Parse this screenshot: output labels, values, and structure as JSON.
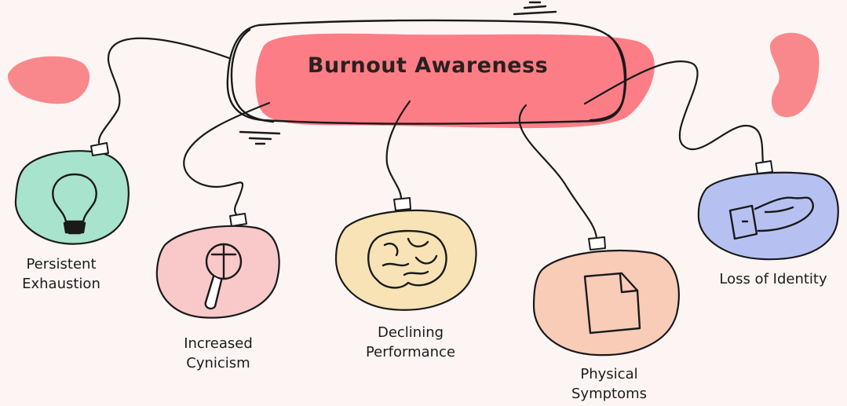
{
  "title": "Burnout Awareness",
  "nodes": [
    {
      "id": "exhaustion",
      "label": "Persistent\nExhaustion",
      "color": "#a8e3cd",
      "icon": "lightbulb-icon"
    },
    {
      "id": "cynicism",
      "label": "Increased\nCynicism",
      "color": "#f9c8c8",
      "icon": "magnifier-icon"
    },
    {
      "id": "performance",
      "label": "Declining\nPerformance",
      "color": "#f7e3b5",
      "icon": "brain-icon"
    },
    {
      "id": "physical",
      "label": "Physical\nSymptoms",
      "color": "#f9ccb8",
      "icon": "document-icon"
    },
    {
      "id": "identity",
      "label": "Loss of Identity",
      "color": "#b7c1f1",
      "icon": "open-hand-icon"
    }
  ],
  "colors": {
    "accent": "#fd7d86",
    "blob": "#f9888d",
    "ink": "#1a1a1a",
    "background": "#fdf5f4"
  }
}
